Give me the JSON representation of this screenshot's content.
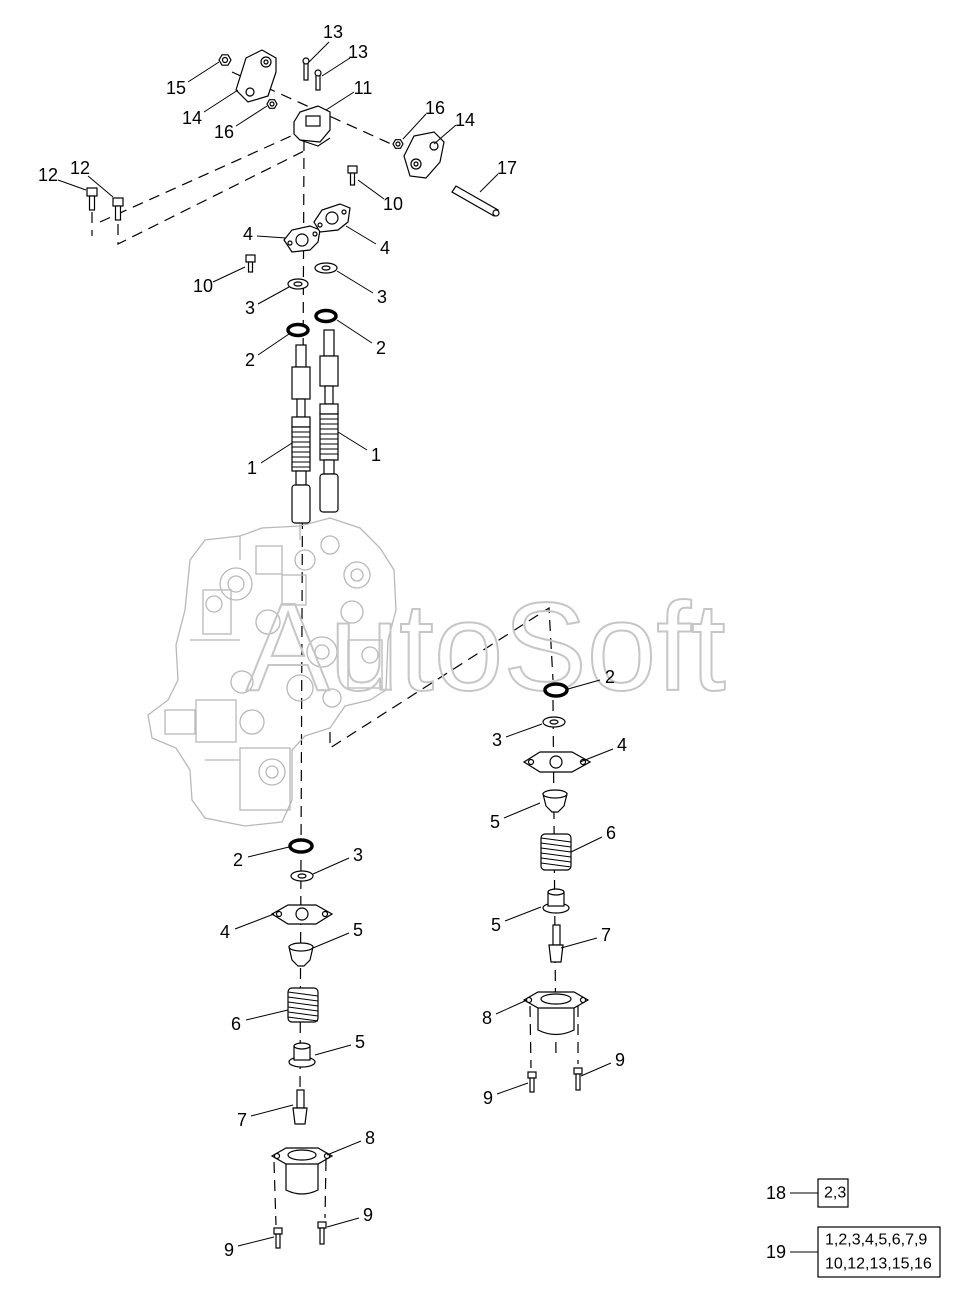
{
  "watermark": "AutoSoft",
  "callouts": [
    "13",
    "13",
    "11",
    "15",
    "14",
    "16",
    "16",
    "14",
    "17",
    "12",
    "12",
    "10",
    "4",
    "4",
    "10",
    "3",
    "3",
    "2",
    "2",
    "1",
    "1",
    "2",
    "3",
    "4",
    "5",
    "6",
    "5",
    "7",
    "8",
    "9",
    "9",
    "2",
    "3",
    "4",
    "5",
    "6",
    "5",
    "7",
    "8",
    "9",
    "9"
  ],
  "legend": {
    "kit_18": {
      "item": "18",
      "parts": "2,3"
    },
    "kit_19": {
      "item": "19",
      "parts_line1": "1,2,3,4,5,6,7,9",
      "parts_line2": "10,12,13,15,16"
    }
  }
}
